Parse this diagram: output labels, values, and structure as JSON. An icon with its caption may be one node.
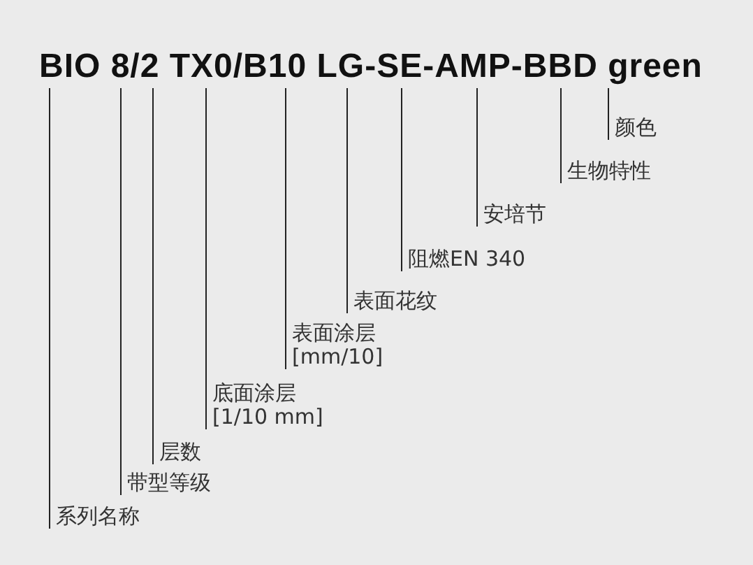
{
  "diagram": {
    "nodes": [
      {
        "text": [
          "BIO 8/2 TX0/B10 LG-SE-AMP-BBD green"
        ]
      },
      {
        "text": [
          "颜色"
        ]
      },
      {
        "text": [
          "生物特性"
        ]
      },
      {
        "text": [
          "安培节"
        ]
      },
      {
        "text": [
          "阻燃EN 340"
        ]
      },
      {
        "text": [
          "表面花纹"
        ]
      },
      {
        "text": [
          "表面涂层",
          "[mm/10]"
        ]
      },
      {
        "text": [
          "底面涂层",
          "[1/10 mm]"
        ]
      },
      {
        "text": [
          "层数"
        ]
      },
      {
        "text": [
          "带型等级"
        ]
      },
      {
        "text": [
          "系列名称"
        ]
      }
    ],
    "edges": [
      {
        "from": 1,
        "to": 0,
        "arrow": "none"
      },
      {
        "from": 2,
        "to": 0,
        "arrow": "none"
      },
      {
        "from": 3,
        "to": 0,
        "arrow": "none"
      },
      {
        "from": 4,
        "to": 0,
        "arrow": "none"
      },
      {
        "from": 5,
        "to": 0,
        "arrow": "none"
      },
      {
        "from": 6,
        "to": 0,
        "arrow": "none"
      },
      {
        "from": 7,
        "to": 0,
        "arrow": "none"
      },
      {
        "from": 8,
        "to": 0,
        "arrow": "none"
      },
      {
        "from": 9,
        "to": 0,
        "arrow": "none"
      },
      {
        "from": 10,
        "to": 0,
        "arrow": "none"
      }
    ]
  }
}
